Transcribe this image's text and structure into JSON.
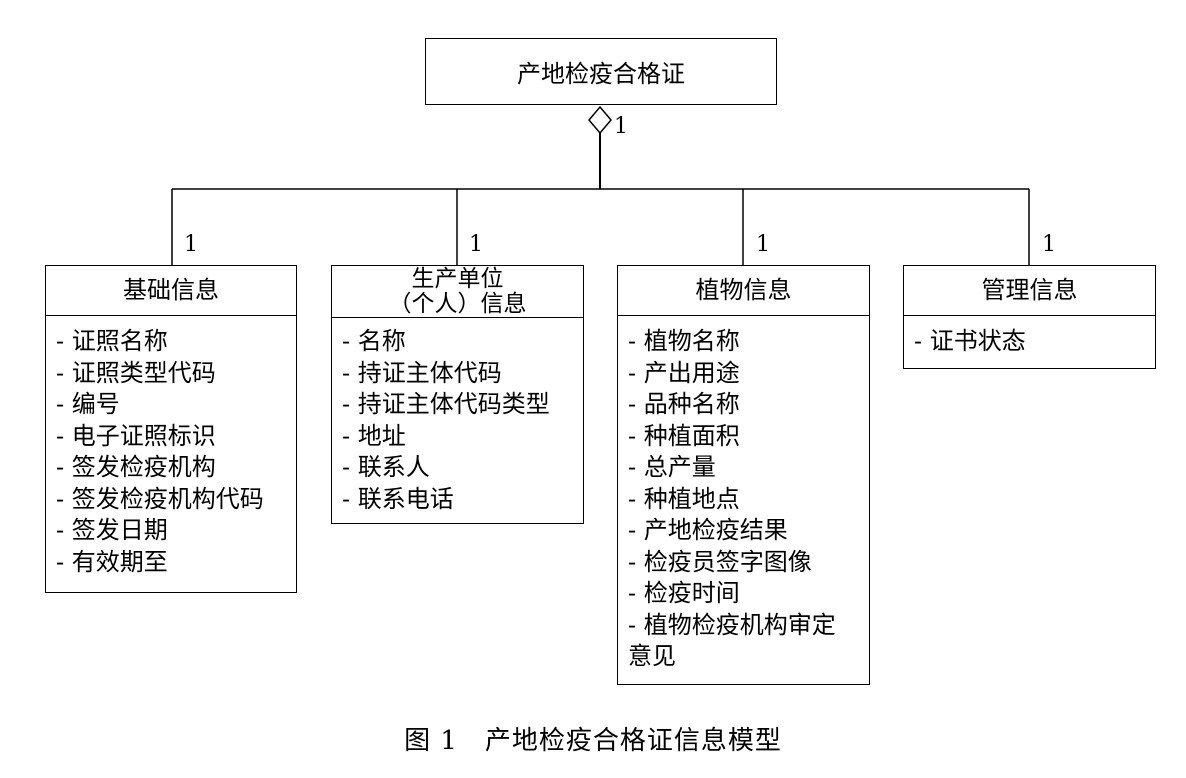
{
  "root": {
    "title": "产地检疫合格证",
    "multiplicity": "1"
  },
  "classes": [
    {
      "title": "基础信息",
      "multiplicity": "1",
      "attributes": [
        "- 证照名称",
        "- 证照类型代码",
        "- 编号",
        "- 电子证照标识",
        "- 签发检疫机构",
        "- 签发检疫机构代码",
        "- 签发日期",
        "- 有效期至"
      ]
    },
    {
      "title_line1": "生产单位",
      "title_line2": "（个人）信息",
      "multiplicity": "1",
      "attributes": [
        "- 名称",
        "- 持证主体代码",
        "- 持证主体代码类型",
        "- 地址",
        "- 联系人",
        "- 联系电话"
      ]
    },
    {
      "title": "植物信息",
      "multiplicity": "1",
      "attributes": [
        "- 植物名称",
        "- 产出用途",
        "- 品种名称",
        "- 种植面积",
        "- 总产量",
        "- 种植地点",
        "- 产地检疫结果",
        "- 检疫员签字图像",
        "- 检疫时间",
        "- 植物检疫机构审定",
        "意见"
      ]
    },
    {
      "title": "管理信息",
      "multiplicity": "1",
      "attributes": [
        "- 证书状态"
      ]
    }
  ],
  "caption": "图 1　产地检疫合格证信息模型"
}
